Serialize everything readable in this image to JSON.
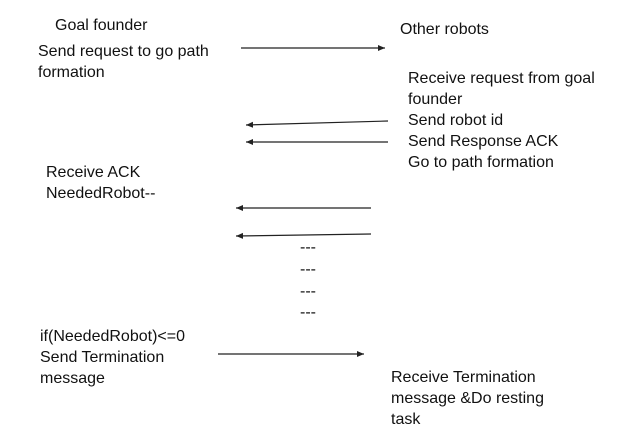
{
  "left_title": "Goal founder",
  "right_title": "Other robots",
  "send_request": "Send request to go path\nformation",
  "receive_request": "Receive request from goal\nfounder",
  "send_robot_id": "Send robot id",
  "send_response_ack": "Send Response ACK",
  "go_path_formation": "Go to path formation",
  "receive_ack": "Receive ACK\nNeededRobot--",
  "dashes": [
    "---",
    "---",
    "---",
    "---"
  ],
  "condition": "if(NeededRobot)<=0\nSend Termination\nmessage",
  "receive_termination": "Receive Termination\nmessage &Do resting\ntask",
  "colors": {
    "text": "#111111",
    "arrow": "#222222"
  }
}
